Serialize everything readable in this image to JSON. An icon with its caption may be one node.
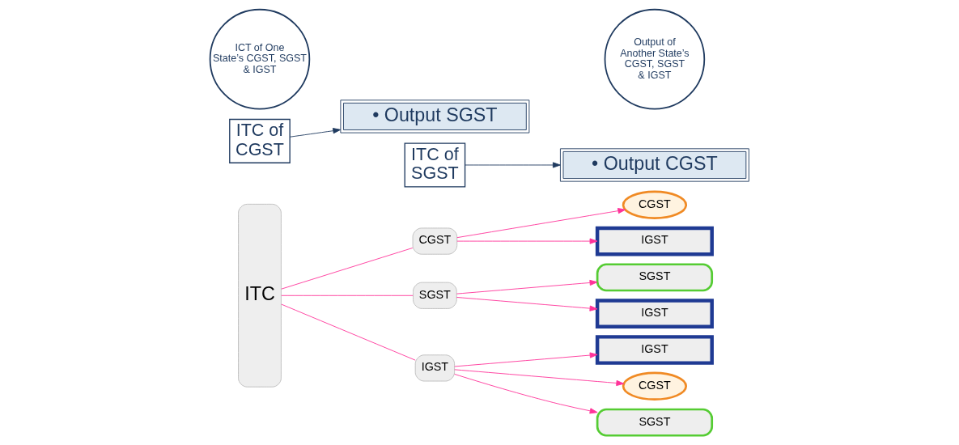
{
  "diagram": {
    "nodes": [
      {
        "text": [
          "ITC"
        ]
      },
      {
        "text": [
          "CGST"
        ]
      },
      {
        "text": [
          "SGST"
        ]
      },
      {
        "text": [
          "IGST"
        ]
      },
      {
        "text": [
          "CGST"
        ]
      },
      {
        "text": [
          "IGST"
        ]
      },
      {
        "text": [
          "SGST"
        ]
      },
      {
        "text": [
          "IGST"
        ]
      },
      {
        "text": [
          "IGST"
        ]
      },
      {
        "text": [
          "CGST"
        ]
      },
      {
        "text": [
          "SGST"
        ]
      },
      {
        "text": [
          "ITC of CGST"
        ]
      },
      {
        "text": [
          "• Output SGST"
        ]
      },
      {
        "text": [
          "ITC of SGST"
        ]
      },
      {
        "text": [
          "• Output CGST"
        ]
      },
      {
        "text": [
          "ICT of One State’s CGST, SGST & IGST"
        ]
      },
      {
        "text": [
          "Output of Another State’s CGST, SGST & IGST"
        ]
      }
    ],
    "edges": [
      {
        "from": 0,
        "to": 1,
        "arrow": "none"
      },
      {
        "from": 0,
        "to": 2,
        "arrow": "none"
      },
      {
        "from": 0,
        "to": 3,
        "arrow": "none"
      },
      {
        "from": 1,
        "to": 4,
        "arrow": "to"
      },
      {
        "from": 1,
        "to": 5,
        "arrow": "to"
      },
      {
        "from": 2,
        "to": 6,
        "arrow": "to"
      },
      {
        "from": 2,
        "to": 7,
        "arrow": "to"
      },
      {
        "from": 3,
        "to": 8,
        "arrow": "to"
      },
      {
        "from": 3,
        "to": 9,
        "arrow": "to"
      },
      {
        "from": 3,
        "to": 10,
        "arrow": "to"
      },
      {
        "from": 11,
        "to": 12,
        "arrow": "to",
        "color": "#1f3a5f"
      },
      {
        "from": 13,
        "to": 14,
        "arrow": "to",
        "color": "#1f3a5f"
      }
    ]
  }
}
